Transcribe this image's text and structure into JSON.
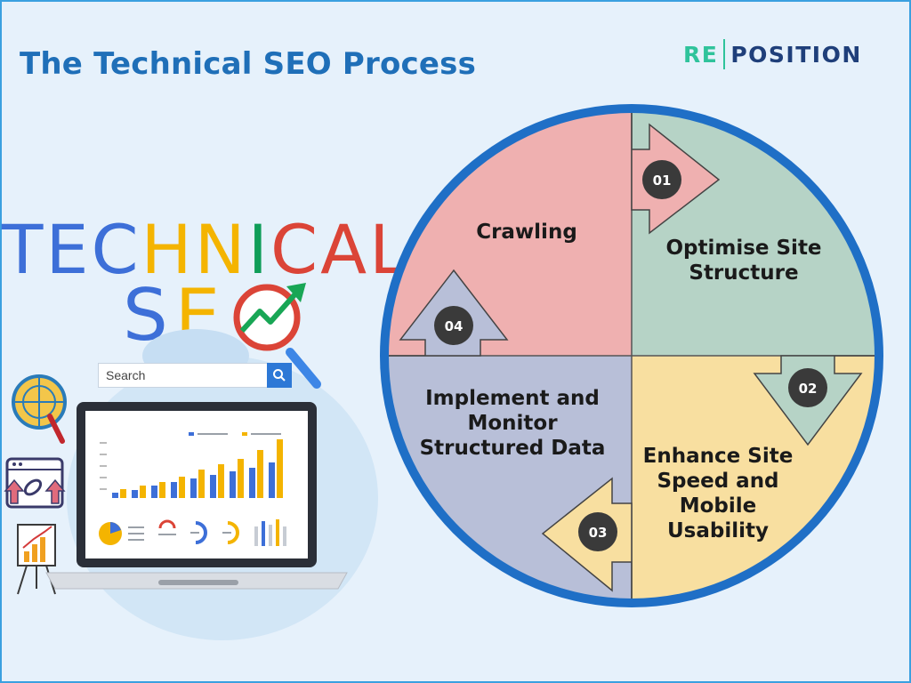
{
  "header": {
    "title": "The Technical SEO Process",
    "logo_left": "RE",
    "logo_right": "POSITION"
  },
  "illustration": {
    "tech_letters": [
      {
        "ch": "T",
        "color": "#3d6fd8"
      },
      {
        "ch": "E",
        "color": "#3d6fd8"
      },
      {
        "ch": "C",
        "color": "#3d6fd8"
      },
      {
        "ch": "H",
        "color": "#f4b400"
      },
      {
        "ch": "N",
        "color": "#f4b400"
      },
      {
        "ch": "I",
        "color": "#0f9d58"
      },
      {
        "ch": "C",
        "color": "#db4437"
      },
      {
        "ch": "A",
        "color": "#db4437"
      },
      {
        "ch": "L",
        "color": "#db4437"
      }
    ],
    "seo_letters": [
      {
        "ch": "S",
        "color": "#3d6fd8"
      },
      {
        "ch": "E",
        "color": "#f4b400"
      }
    ],
    "search_label": "Search"
  },
  "process": {
    "steps": [
      {
        "number": "01",
        "label": "Crawling",
        "color": "#efb0b0"
      },
      {
        "number": "02",
        "label": "Optimise Site Structure",
        "color": "#b6d3c6"
      },
      {
        "number": "03",
        "label": "Enhance Site Speed and Mobile Usability",
        "color": "#f8dfa0"
      },
      {
        "number": "04",
        "label": "Implement and Monitor Structured Data",
        "color": "#b8bfd8"
      }
    ],
    "ring_color": "#1f6fc6",
    "badge_color": "#3a3a3a"
  }
}
